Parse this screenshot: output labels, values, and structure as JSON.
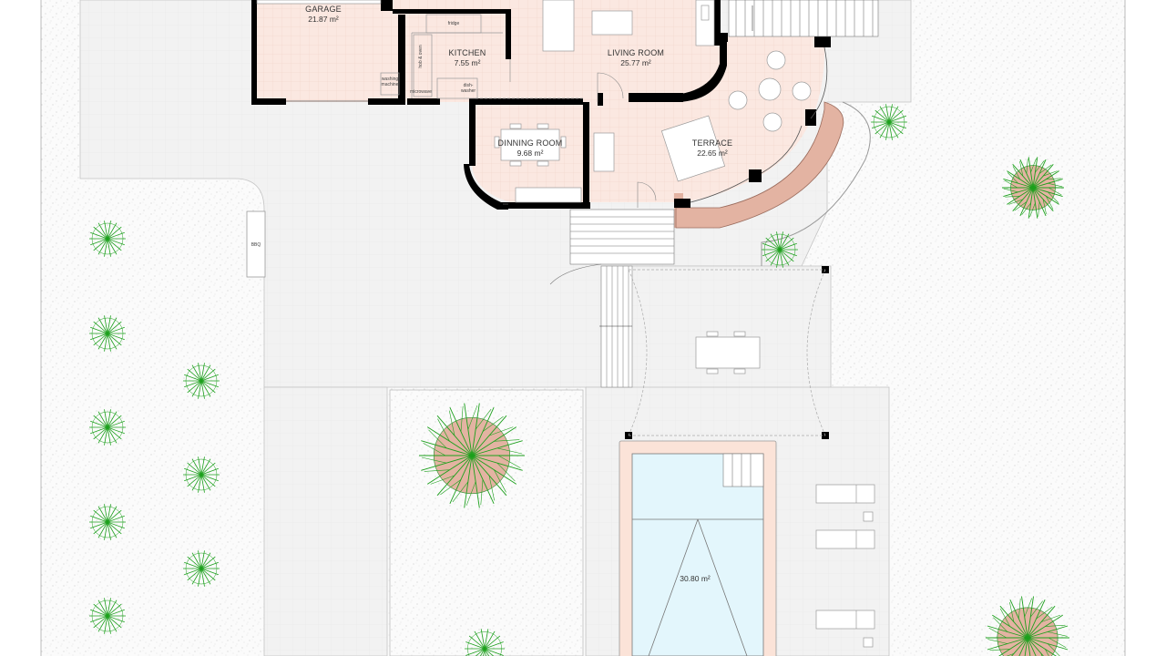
{
  "rooms": {
    "garage": {
      "name": "GARAGE",
      "area": "21.87 m²"
    },
    "kitchen": {
      "name": "KITCHEN",
      "area": "7.55 m²"
    },
    "living": {
      "name": "LIVING ROOM",
      "area": "25.77 m²"
    },
    "dinning": {
      "name": "DINNING ROOM",
      "area": "9.68 m²"
    },
    "terrace": {
      "name": "TERRACE",
      "area": "22.65 m²"
    }
  },
  "pool": {
    "area": "30.80 m²"
  },
  "appliances": {
    "fridge": "fridge",
    "hob": "hob & oven",
    "washing": "washing",
    "machine": "machine",
    "microwave": "microwave",
    "dish1": "dish-",
    "dish2": "washer"
  },
  "bbq": "BBQ",
  "colors": {
    "interior_floor": "#fbe8e1",
    "exterior_paving": "#f1f1f1",
    "gravel": "#fafafa",
    "walls": "#000000",
    "pool_water": "#e3f6fc",
    "pool_coping": "#fbe3d8",
    "planter_red": "#e3b3a2",
    "plant_green": "#1ca01c"
  },
  "icons": [
    "plant-icon",
    "palm-tree-icon",
    "dining-set-icon",
    "sun-lounger-icon",
    "stairs-icon",
    "door-swing-icon"
  ]
}
